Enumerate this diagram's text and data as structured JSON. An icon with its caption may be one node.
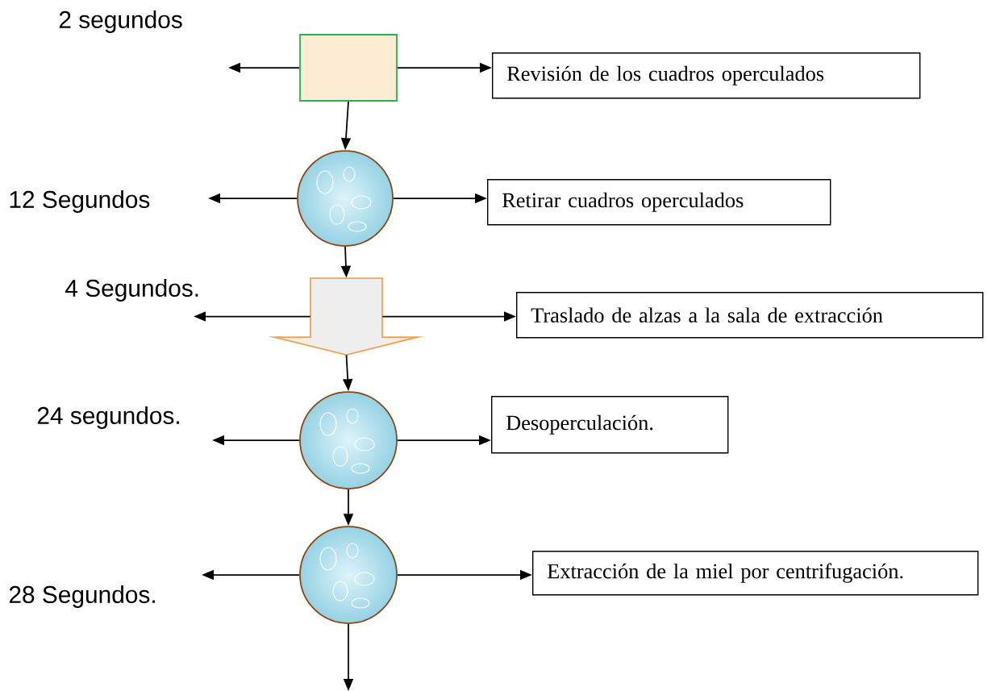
{
  "diagram": {
    "nodes": [
      {
        "text": [],
        "shape": "box"
      },
      {
        "text": [
          "Revisión de los cuadros operculados"
        ]
      },
      {
        "text": [],
        "shape": "circle"
      },
      {
        "text": [
          "Retirar cuadros operculados"
        ]
      },
      {
        "text": [],
        "shape": "arrow",
        "beside": [
          "4 Segundos."
        ]
      },
      {
        "text": [
          "Traslado de alzas a la sala de extracción"
        ]
      },
      {
        "text": [],
        "shape": "circle"
      },
      {
        "text": [
          "Desoperculación."
        ]
      },
      {
        "text": [],
        "shape": "circle"
      },
      {
        "text": [
          "Extracción de la miel por centrifugación."
        ]
      }
    ],
    "edges": [
      {
        "from": 0,
        "to": null,
        "arrow": "to"
      },
      {
        "from": 0,
        "to": 1,
        "arrow": "to"
      },
      {
        "from": 0,
        "to": 2,
        "arrow": "to"
      },
      {
        "from": 2,
        "to": null,
        "arrow": "to"
      },
      {
        "from": 2,
        "to": 3,
        "arrow": "to"
      },
      {
        "from": 2,
        "to": 4,
        "arrow": "to"
      },
      {
        "from": 4,
        "to": null,
        "arrow": "to"
      },
      {
        "from": 4,
        "to": 5,
        "arrow": "to"
      },
      {
        "from": 4,
        "to": 6,
        "arrow": "to"
      },
      {
        "from": 6,
        "to": null,
        "arrow": "to"
      },
      {
        "from": 6,
        "to": 7,
        "arrow": "to"
      },
      {
        "from": 6,
        "to": 8,
        "arrow": "to"
      },
      {
        "from": 8,
        "to": null,
        "arrow": "to"
      },
      {
        "from": 8,
        "to": 9,
        "arrow": "to"
      },
      {
        "from": 8,
        "to": null,
        "arrow": "to"
      }
    ],
    "labels": [
      "2 segundos",
      "12 Segundos",
      "24 segundos.",
      "28 Segundos."
    ]
  }
}
